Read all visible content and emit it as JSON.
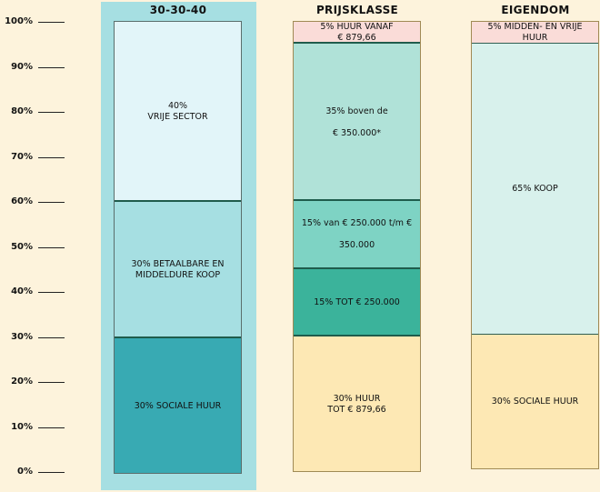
{
  "axis": {
    "ticks": [
      "100%",
      "90%",
      "80%",
      "70%",
      "60%",
      "50%",
      "40%",
      "30%",
      "20%",
      "10%",
      "0%"
    ]
  },
  "columns": [
    {
      "title": "30-30-40",
      "segments": [
        {
          "label": "40%\nVRIJE SECTOR",
          "percent": 40,
          "color": "#e2f5f9"
        },
        {
          "label": "30% BETAALBARE EN\nMIDDELDURE KOOP",
          "percent": 30,
          "color": "#a6dfe2"
        },
        {
          "label": "30% SOCIALE HUUR",
          "percent": 30,
          "color": "#38aab3"
        }
      ]
    },
    {
      "title": "PRIJSKLASSE",
      "segments": [
        {
          "label": "5% HUUR VANAF\n€ 879,66",
          "percent": 5,
          "color": "#fadcd8"
        },
        {
          "label": "35% boven de\n\n€ 350.000*",
          "percent": 35,
          "color": "#b0e2d8"
        },
        {
          "label": "15% van € 250.000 t/m €\n\n350.000",
          "percent": 15,
          "color": "#7ed3c4"
        },
        {
          "label": "15% TOT € 250.000",
          "percent": 15,
          "color": "#3bb39b"
        },
        {
          "label": "30% HUUR\nTOT € 879,66",
          "percent": 30,
          "color": "#fde8b4"
        }
      ]
    },
    {
      "title": "EIGENDOM",
      "segments": [
        {
          "label": "5% MIDDEN- EN VRIJE\nHUUR",
          "percent": 5,
          "color": "#fadcd8"
        },
        {
          "label": "65% KOOP",
          "percent": 65,
          "color": "#d8f1ec"
        },
        {
          "label": "30% SOCIALE HUUR",
          "percent": 30,
          "color": "#fde8b4"
        }
      ]
    }
  ]
}
